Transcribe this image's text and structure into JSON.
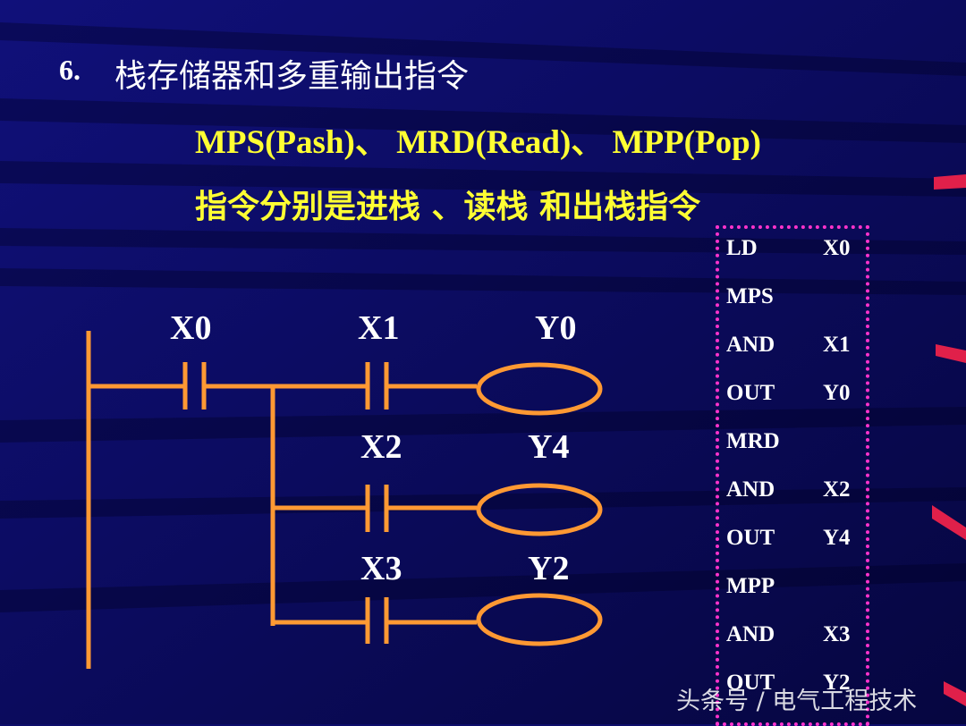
{
  "title": {
    "number": "6.",
    "text": "栈存储器和多重输出指令"
  },
  "subtitle": "MPS(Pash)、  MRD(Read)、  MPP(Pop)",
  "description": "指令分别是进栈 、读栈 和出栈指令",
  "ladder": {
    "x0": "X0",
    "x1": "X1",
    "y0": "Y0",
    "x2": "X2",
    "y4": "Y4",
    "x3": "X3",
    "y2": "Y2"
  },
  "program": [
    {
      "op": "LD",
      "arg": "X0"
    },
    {
      "op": "MPS",
      "arg": ""
    },
    {
      "op": "AND",
      "arg": "X1"
    },
    {
      "op": "OUT",
      "arg": "Y0"
    },
    {
      "op": "MRD",
      "arg": ""
    },
    {
      "op": "AND",
      "arg": "X2"
    },
    {
      "op": "OUT",
      "arg": "Y4"
    },
    {
      "op": "MPP",
      "arg": ""
    },
    {
      "op": "AND",
      "arg": "X3"
    },
    {
      "op": "OUT",
      "arg": "Y2"
    }
  ],
  "watermark": "头条号 / 电气工程技术",
  "colors": {
    "background": "#0d0d6b",
    "wire": "#ff9933",
    "highlight": "#ffff33",
    "box": "#ff33cc"
  }
}
